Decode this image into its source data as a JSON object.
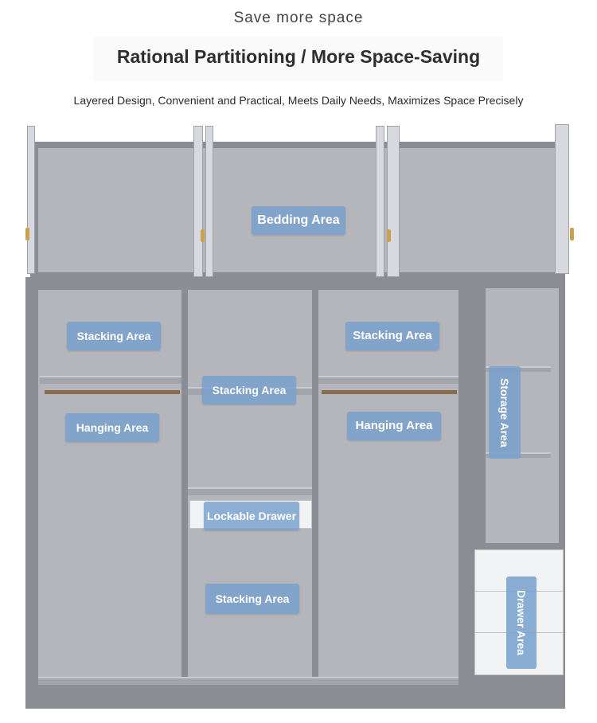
{
  "header": {
    "tagline": "Save more space",
    "headline": "Rational Partitioning / More Space-Saving",
    "subline": "Layered Design, Convenient and Practical, Meets Daily Needs, Maximizes Space Precisely"
  },
  "areas": {
    "bedding": "Bedding Area",
    "stacking_left": "Stacking Area",
    "stacking_center": "Stacking Area",
    "stacking_right": "Stacking Area",
    "stacking_bottom": "Stacking Area",
    "hanging_left": "Hanging Area",
    "hanging_right": "Hanging Area",
    "lockable_drawer": "Lockable Drawer",
    "storage": "Storage Area",
    "drawer": "Drawer Area"
  },
  "colors": {
    "label_bg": "#78a0cd",
    "cabinet": "#8a8d94"
  }
}
